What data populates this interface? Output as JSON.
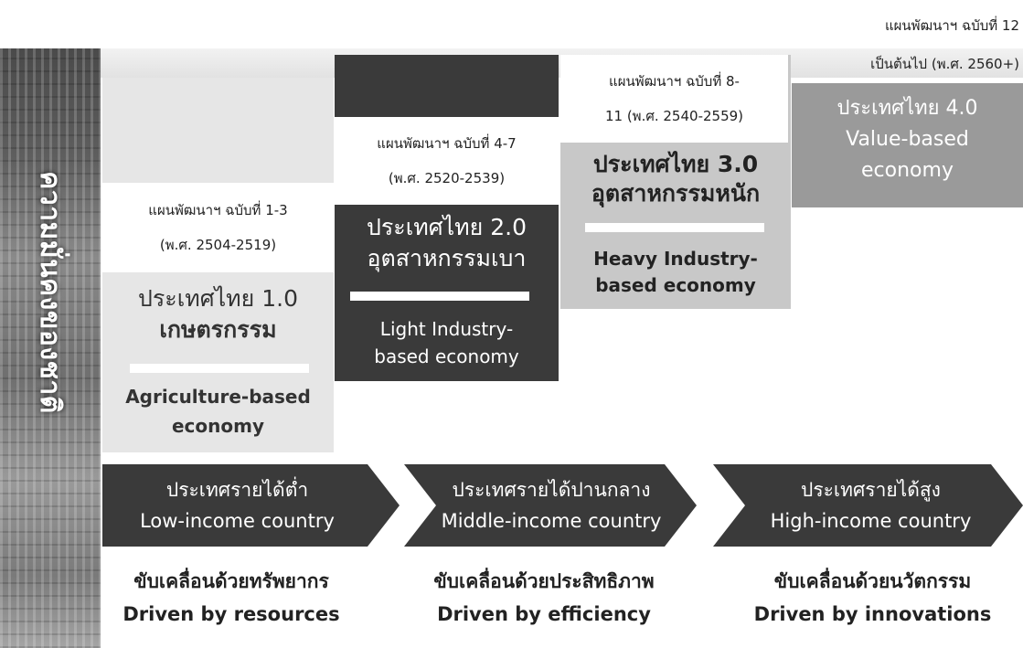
{
  "side_label": "ความมั่นคงของชาติ",
  "stages": {
    "s1": {
      "plan_line1": "แผนพัฒนาฯ ฉบับที่ 1-3",
      "plan_line2": "(พ.ศ. 2504-2519)",
      "title_line1": "ประเทศไทย 1.0",
      "title_line2": "เกษตรกรรม",
      "eng_line1": "Agriculture-based",
      "eng_line2": "economy",
      "color": "#e6e6e6"
    },
    "s2": {
      "plan_line1": "แผนพัฒนาฯ ฉบับที่ 4-7",
      "plan_line2": "(พ.ศ. 2520-2539)",
      "title_line1": "ประเทศไทย 2.0",
      "title_line2": "อุตสาหกรรมเบา",
      "eng_line1": "Light Industry-",
      "eng_line2": "based economy",
      "color": "#3a3a3a"
    },
    "s3": {
      "plan_line1": "แผนพัฒนาฯ ฉบับที่ 8-",
      "plan_line2": "11 (พ.ศ. 2540-2559)",
      "title_line1": "ประเทศไทย 3.0",
      "title_line2": "อุตสาหกรรมหนัก",
      "eng_line1": "Heavy Industry-",
      "eng_line2": "based economy",
      "color": "#c8c8c8"
    },
    "s4": {
      "plan_line1": "แผนพัฒนาฯ ฉบับที่ 12",
      "plan_line2": "เป็นต้นไป  (พ.ศ. 2560+)",
      "title_line1": "ประเทศไทย 4.0",
      "eng_line1": "Value-based",
      "eng_line2": "economy",
      "color": "#9a9a9a"
    }
  },
  "income": {
    "low": {
      "th": "ประเทศรายได้ต่ำ",
      "en": "Low-income country"
    },
    "mid": {
      "th": "ประเทศรายได้ปานกลาง",
      "en": "Middle-income country"
    },
    "high": {
      "th": "ประเทศรายได้สูง",
      "en": "High-income country"
    }
  },
  "drivers": {
    "low": {
      "th": "ขับเคลื่อนด้วยทรัพยากร",
      "en": "Driven by resources"
    },
    "mid": {
      "th": "ขับเคลื่อนด้วยประสิทธิภาพ",
      "en": "Driven by efficiency"
    },
    "high": {
      "th": "ขับเคลื่อนด้วยนวัตกรรม",
      "en": "Driven by innovations"
    }
  }
}
